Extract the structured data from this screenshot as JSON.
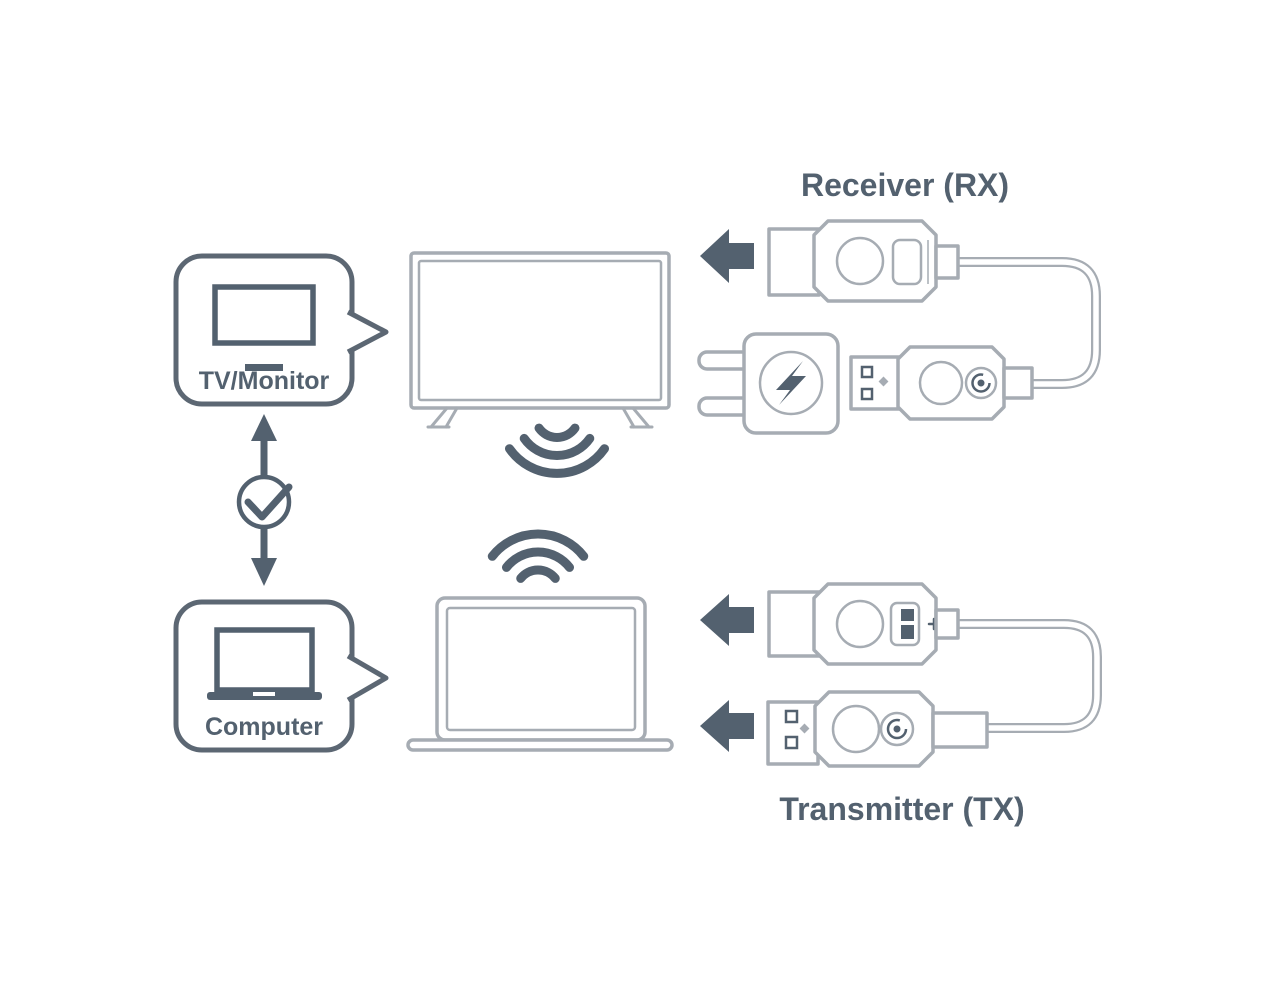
{
  "labels": {
    "receiver": "Receiver (RX)",
    "transmitter": "Transmitter (TX)"
  },
  "bubbles": {
    "tv": {
      "label": "TV/Monitor"
    },
    "computer": {
      "label": "Computer"
    }
  },
  "colors": {
    "accent": "#53616F",
    "outline": "#A6ACB3",
    "bubble": "#5C6773",
    "background": "#FFFFFF"
  },
  "icons": [
    "left-arrow-icon",
    "wifi-signal-down-icon",
    "wifi-signal-up-icon",
    "check-circle-icon",
    "double-arrow-icon",
    "lightning-bolt-icon",
    "monitor-icon",
    "laptop-icon",
    "usb-plug-icon",
    "power-plug-icon",
    "mini-screen-icon"
  ]
}
